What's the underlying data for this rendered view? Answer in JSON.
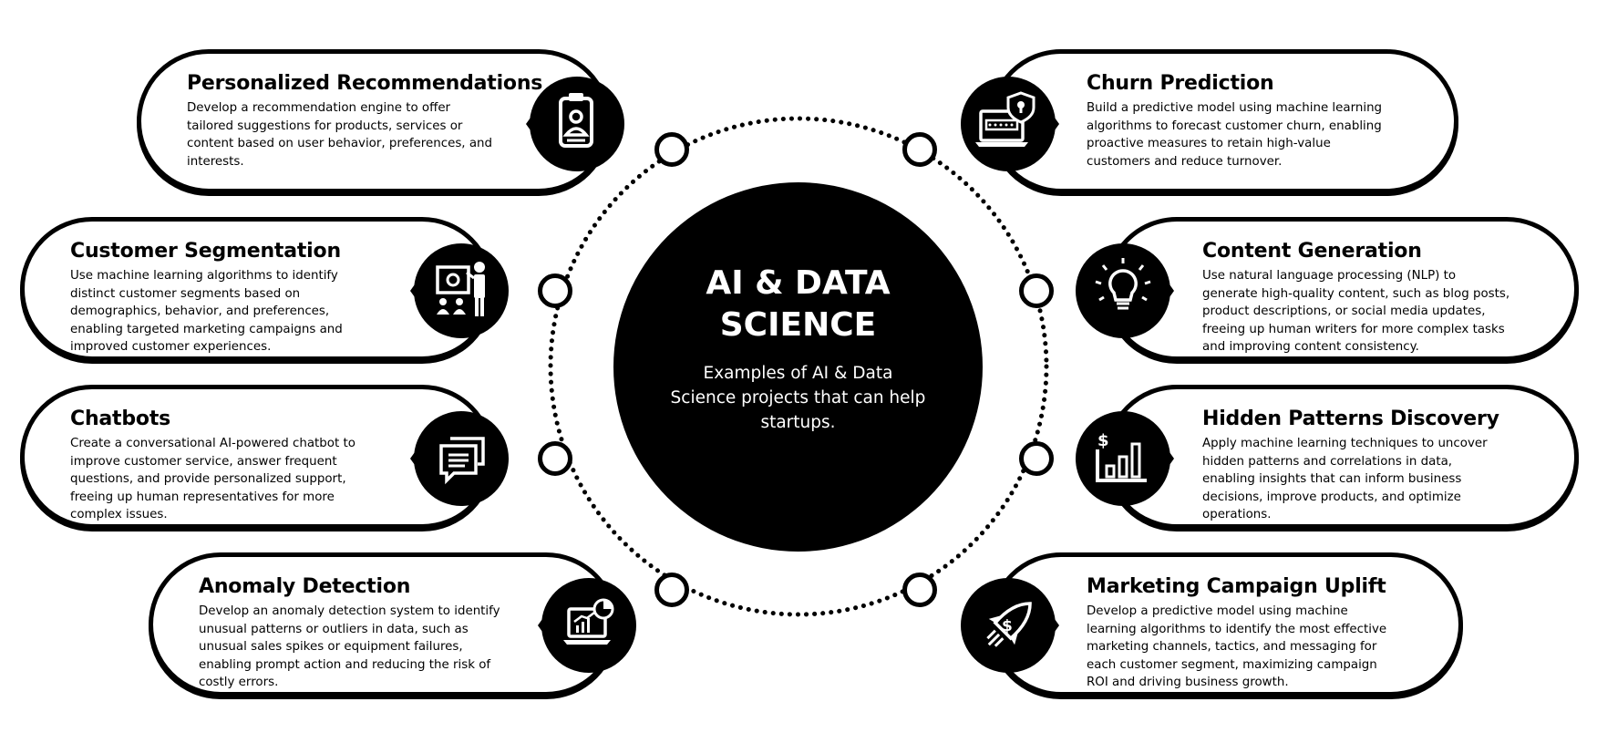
{
  "center": {
    "title_line1": "AI & DATA",
    "title_line2": "SCIENCE",
    "subtitle": "Examples of AI & Data Science projects that can help startups."
  },
  "colors": {
    "primary": "#000000",
    "background": "#ffffff"
  },
  "items": [
    {
      "title": "Personalized Recommendations",
      "icon": "clipboard-user-icon",
      "lines": [
        "Develop a recommendation engine to offer",
        "tailored suggestions for products, services or",
        "content based on user behavior, preferences, and",
        "interests."
      ]
    },
    {
      "title": "Customer Segmentation",
      "icon": "presentation-audience-icon",
      "lines": [
        "Use machine learning algorithms to identify",
        "distinct customer segments based on",
        "demographics, behavior, and preferences,",
        "enabling targeted marketing campaigns and",
        "improved customer experiences."
      ]
    },
    {
      "title": "Chatbots",
      "icon": "chat-bubbles-icon",
      "lines": [
        "Create a conversational AI-powered chatbot to",
        "improve customer service, answer frequent",
        "questions, and provide personalized support,",
        "freeing up human representatives for more",
        "complex issues."
      ]
    },
    {
      "title": "Anomaly Detection",
      "icon": "laptop-analytics-icon",
      "lines": [
        "Develop an anomaly detection system to identify",
        "unusual patterns or outliers in data, such as",
        "unusual sales spikes or equipment failures,",
        "enabling prompt action and reducing the risk of",
        "costly errors."
      ]
    },
    {
      "title": "Churn Prediction",
      "icon": "laptop-shield-icon",
      "lines": [
        "Build a predictive model using machine learning",
        "algorithms to forecast customer churn, enabling",
        "proactive measures to retain high-value",
        "customers and reduce turnover."
      ]
    },
    {
      "title": "Content Generation",
      "icon": "lightbulb-icon",
      "lines": [
        "Use natural language processing (NLP) to",
        "generate high-quality content, such as blog posts,",
        "product descriptions, or social media updates,",
        "freeing up human writers for more complex tasks",
        "and improving content consistency."
      ]
    },
    {
      "title": "Hidden Patterns Discovery",
      "icon": "dollar-bar-chart-icon",
      "lines": [
        "Apply machine learning techniques to uncover",
        "hidden patterns and correlations in data,",
        "enabling insights that can inform business",
        "decisions, improve products, and optimize",
        "operations."
      ]
    },
    {
      "title": "Marketing Campaign Uplift",
      "icon": "dollar-rocket-icon",
      "lines": [
        "Develop a predictive model using machine",
        "learning algorithms to identify the most effective",
        "marketing channels, tactics, and messaging for",
        "each customer segment, maximizing campaign",
        "ROI and driving business growth."
      ]
    }
  ]
}
